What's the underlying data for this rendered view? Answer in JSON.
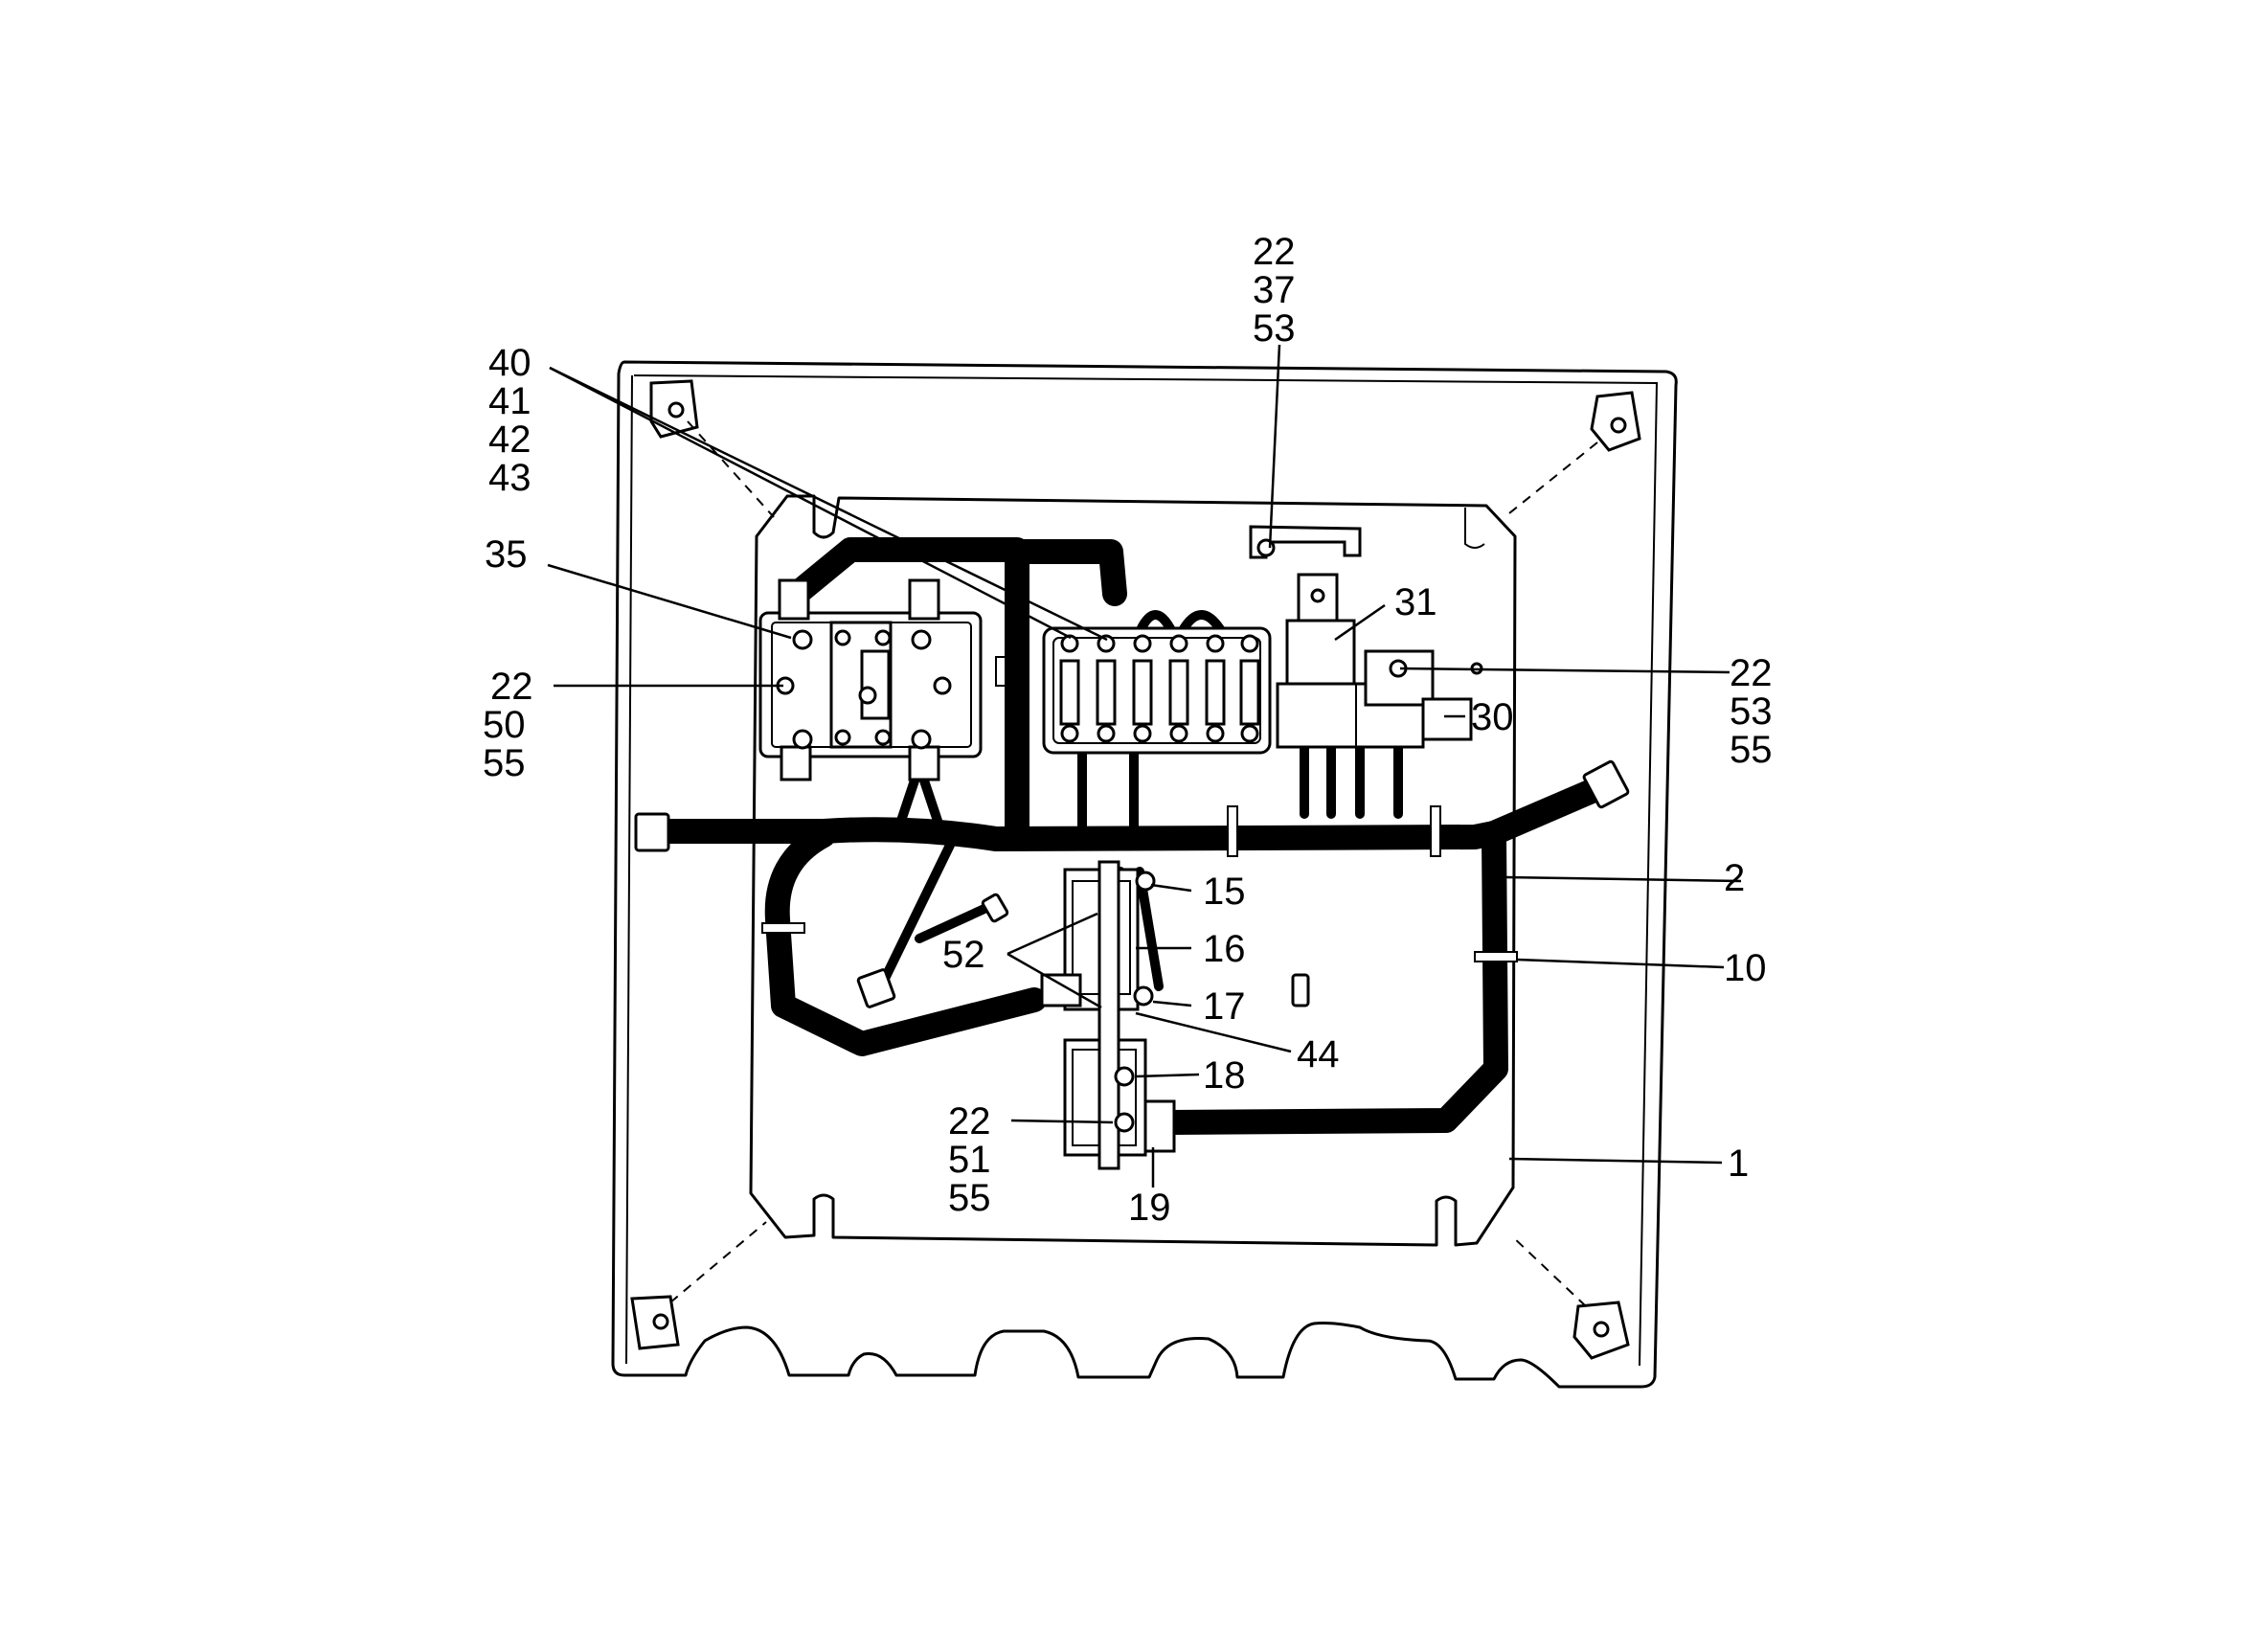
{
  "diagram": {
    "labels": {
      "top_22": "22",
      "top_37": "37",
      "top_53": "53",
      "l40": "40",
      "l41": "41",
      "l42": "42",
      "l43": "43",
      "l35": "35",
      "left_22": "22",
      "left_50": "50",
      "left_55": "55",
      "l31": "31",
      "right_22": "22",
      "right_53": "53",
      "right_55": "55",
      "l30": "30",
      "l2": "2",
      "l10": "10",
      "l15": "15",
      "l16": "16",
      "l52": "52",
      "l17": "17",
      "l44": "44",
      "l18": "18",
      "bottom_22": "22",
      "bottom_51": "51",
      "bottom_55": "55",
      "l19": "19",
      "l1": "1"
    }
  }
}
